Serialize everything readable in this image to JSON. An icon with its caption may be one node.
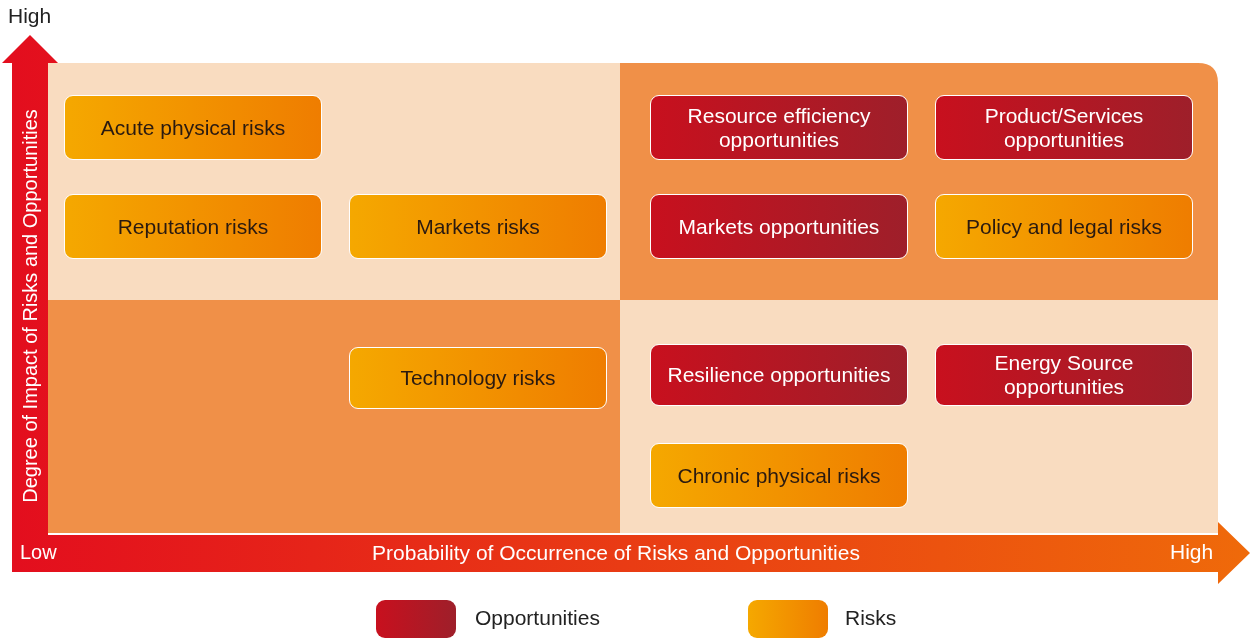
{
  "diagram": {
    "nodes": [
      {
        "text": [
          "Acute physical risks"
        ]
      },
      {
        "text": [
          "Resource efficiency opportunities"
        ]
      },
      {
        "text": [
          "Product/Services opportunities"
        ]
      },
      {
        "text": [
          "Reputation risks"
        ]
      },
      {
        "text": [
          "Markets risks"
        ]
      },
      {
        "text": [
          "Markets opportunities"
        ]
      },
      {
        "text": [
          "Policy and legal risks"
        ]
      },
      {
        "text": [
          "Technology risks"
        ]
      },
      {
        "text": [
          "Resilience opportunities"
        ]
      },
      {
        "text": [
          "Energy Source opportunities"
        ]
      },
      {
        "text": [
          "Chronic physical risks"
        ]
      }
    ],
    "edges": [],
    "labels": [
      "High",
      "Degree of Impact of Risks and Opportunities",
      "Low",
      "Probability of Occurrence of Risks and Opportunities",
      "High"
    ],
    "legend": [
      {
        "text": "Opportunities",
        "color": "#c8101e"
      },
      {
        "text": "Risks",
        "color": "#f5a800"
      }
    ]
  }
}
